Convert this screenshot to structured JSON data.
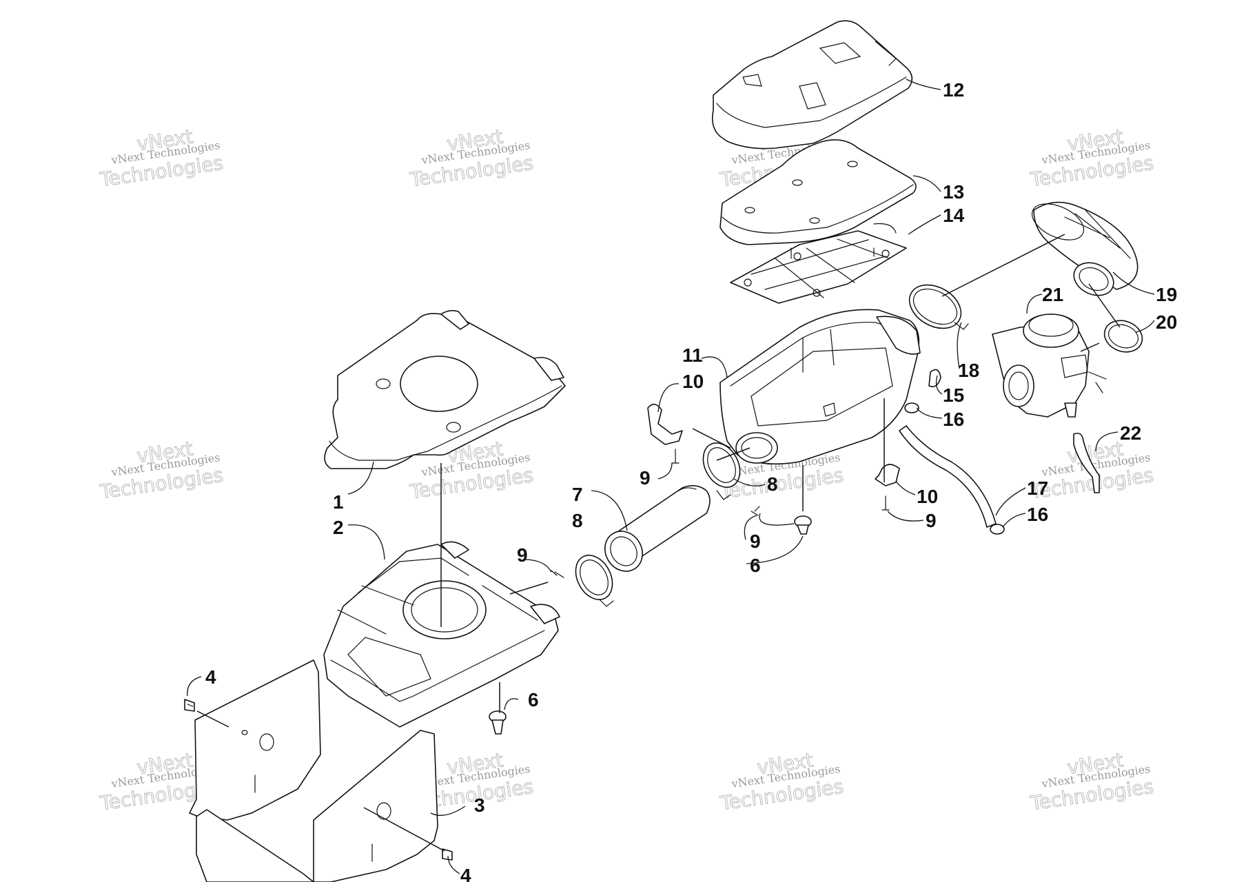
{
  "diagram": {
    "colors": {
      "ink": "#111111",
      "paper": "#ffffff",
      "watermark": "#b5b5b5"
    },
    "watermark": {
      "line1": "vNext Technologies",
      "line2": "vNext",
      "line3": "Technologies"
    },
    "callouts": [
      {
        "id": "c1",
        "label": "1"
      },
      {
        "id": "c2",
        "label": "2"
      },
      {
        "id": "c3",
        "label": "3"
      },
      {
        "id": "c4a",
        "label": "4"
      },
      {
        "id": "c4b",
        "label": "4"
      },
      {
        "id": "c6a",
        "label": "6"
      },
      {
        "id": "c6b",
        "label": "6"
      },
      {
        "id": "c7",
        "label": "7"
      },
      {
        "id": "c8a",
        "label": "8"
      },
      {
        "id": "c8b",
        "label": "8"
      },
      {
        "id": "c9a",
        "label": "9"
      },
      {
        "id": "c9b",
        "label": "9"
      },
      {
        "id": "c9c",
        "label": "9"
      },
      {
        "id": "c9d",
        "label": "9"
      },
      {
        "id": "c10a",
        "label": "10"
      },
      {
        "id": "c10b",
        "label": "10"
      },
      {
        "id": "c11",
        "label": "11"
      },
      {
        "id": "c12",
        "label": "12"
      },
      {
        "id": "c13",
        "label": "13"
      },
      {
        "id": "c14",
        "label": "14"
      },
      {
        "id": "c15",
        "label": "15"
      },
      {
        "id": "c16a",
        "label": "16"
      },
      {
        "id": "c16b",
        "label": "16"
      },
      {
        "id": "c17",
        "label": "17"
      },
      {
        "id": "c18",
        "label": "18"
      },
      {
        "id": "c19",
        "label": "19"
      },
      {
        "id": "c20",
        "label": "20"
      },
      {
        "id": "c21",
        "label": "21"
      },
      {
        "id": "c22",
        "label": "22"
      }
    ]
  }
}
